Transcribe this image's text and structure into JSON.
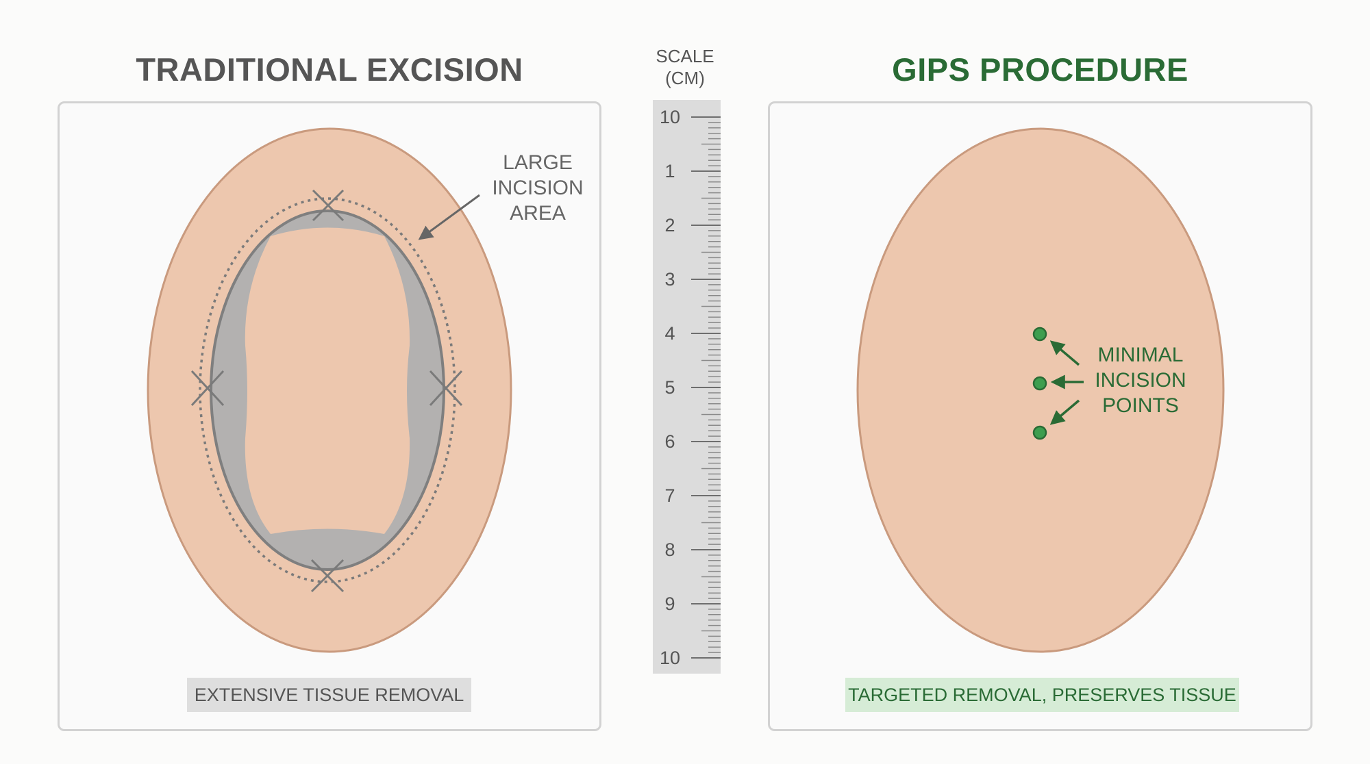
{
  "left_panel": {
    "title": "TRADITIONAL EXCISION",
    "annotation": "LARGE INCISION AREA",
    "caption": "EXTENSIVE TISSUE REMOVAL"
  },
  "scale": {
    "title": "SCALE (CM)",
    "ticks": [
      "10",
      "1",
      "2",
      "3",
      "4",
      "5",
      "6",
      "7",
      "8",
      "9",
      "10"
    ]
  },
  "right_panel": {
    "title": "GIPS PROCEDURE",
    "annotation": "MINIMAL INCISION POINTS",
    "caption": "TARGETED REMOVAL, PRESERVES TISSUE"
  },
  "colors": {
    "skin": "#edc7ae",
    "skin_outline": "#c99a7e",
    "removed_tissue": "#b3b1b0",
    "incision_gray": "#7a7a7a",
    "gips_green": "#2a6b35",
    "gips_dot": "#3e9e4f"
  }
}
